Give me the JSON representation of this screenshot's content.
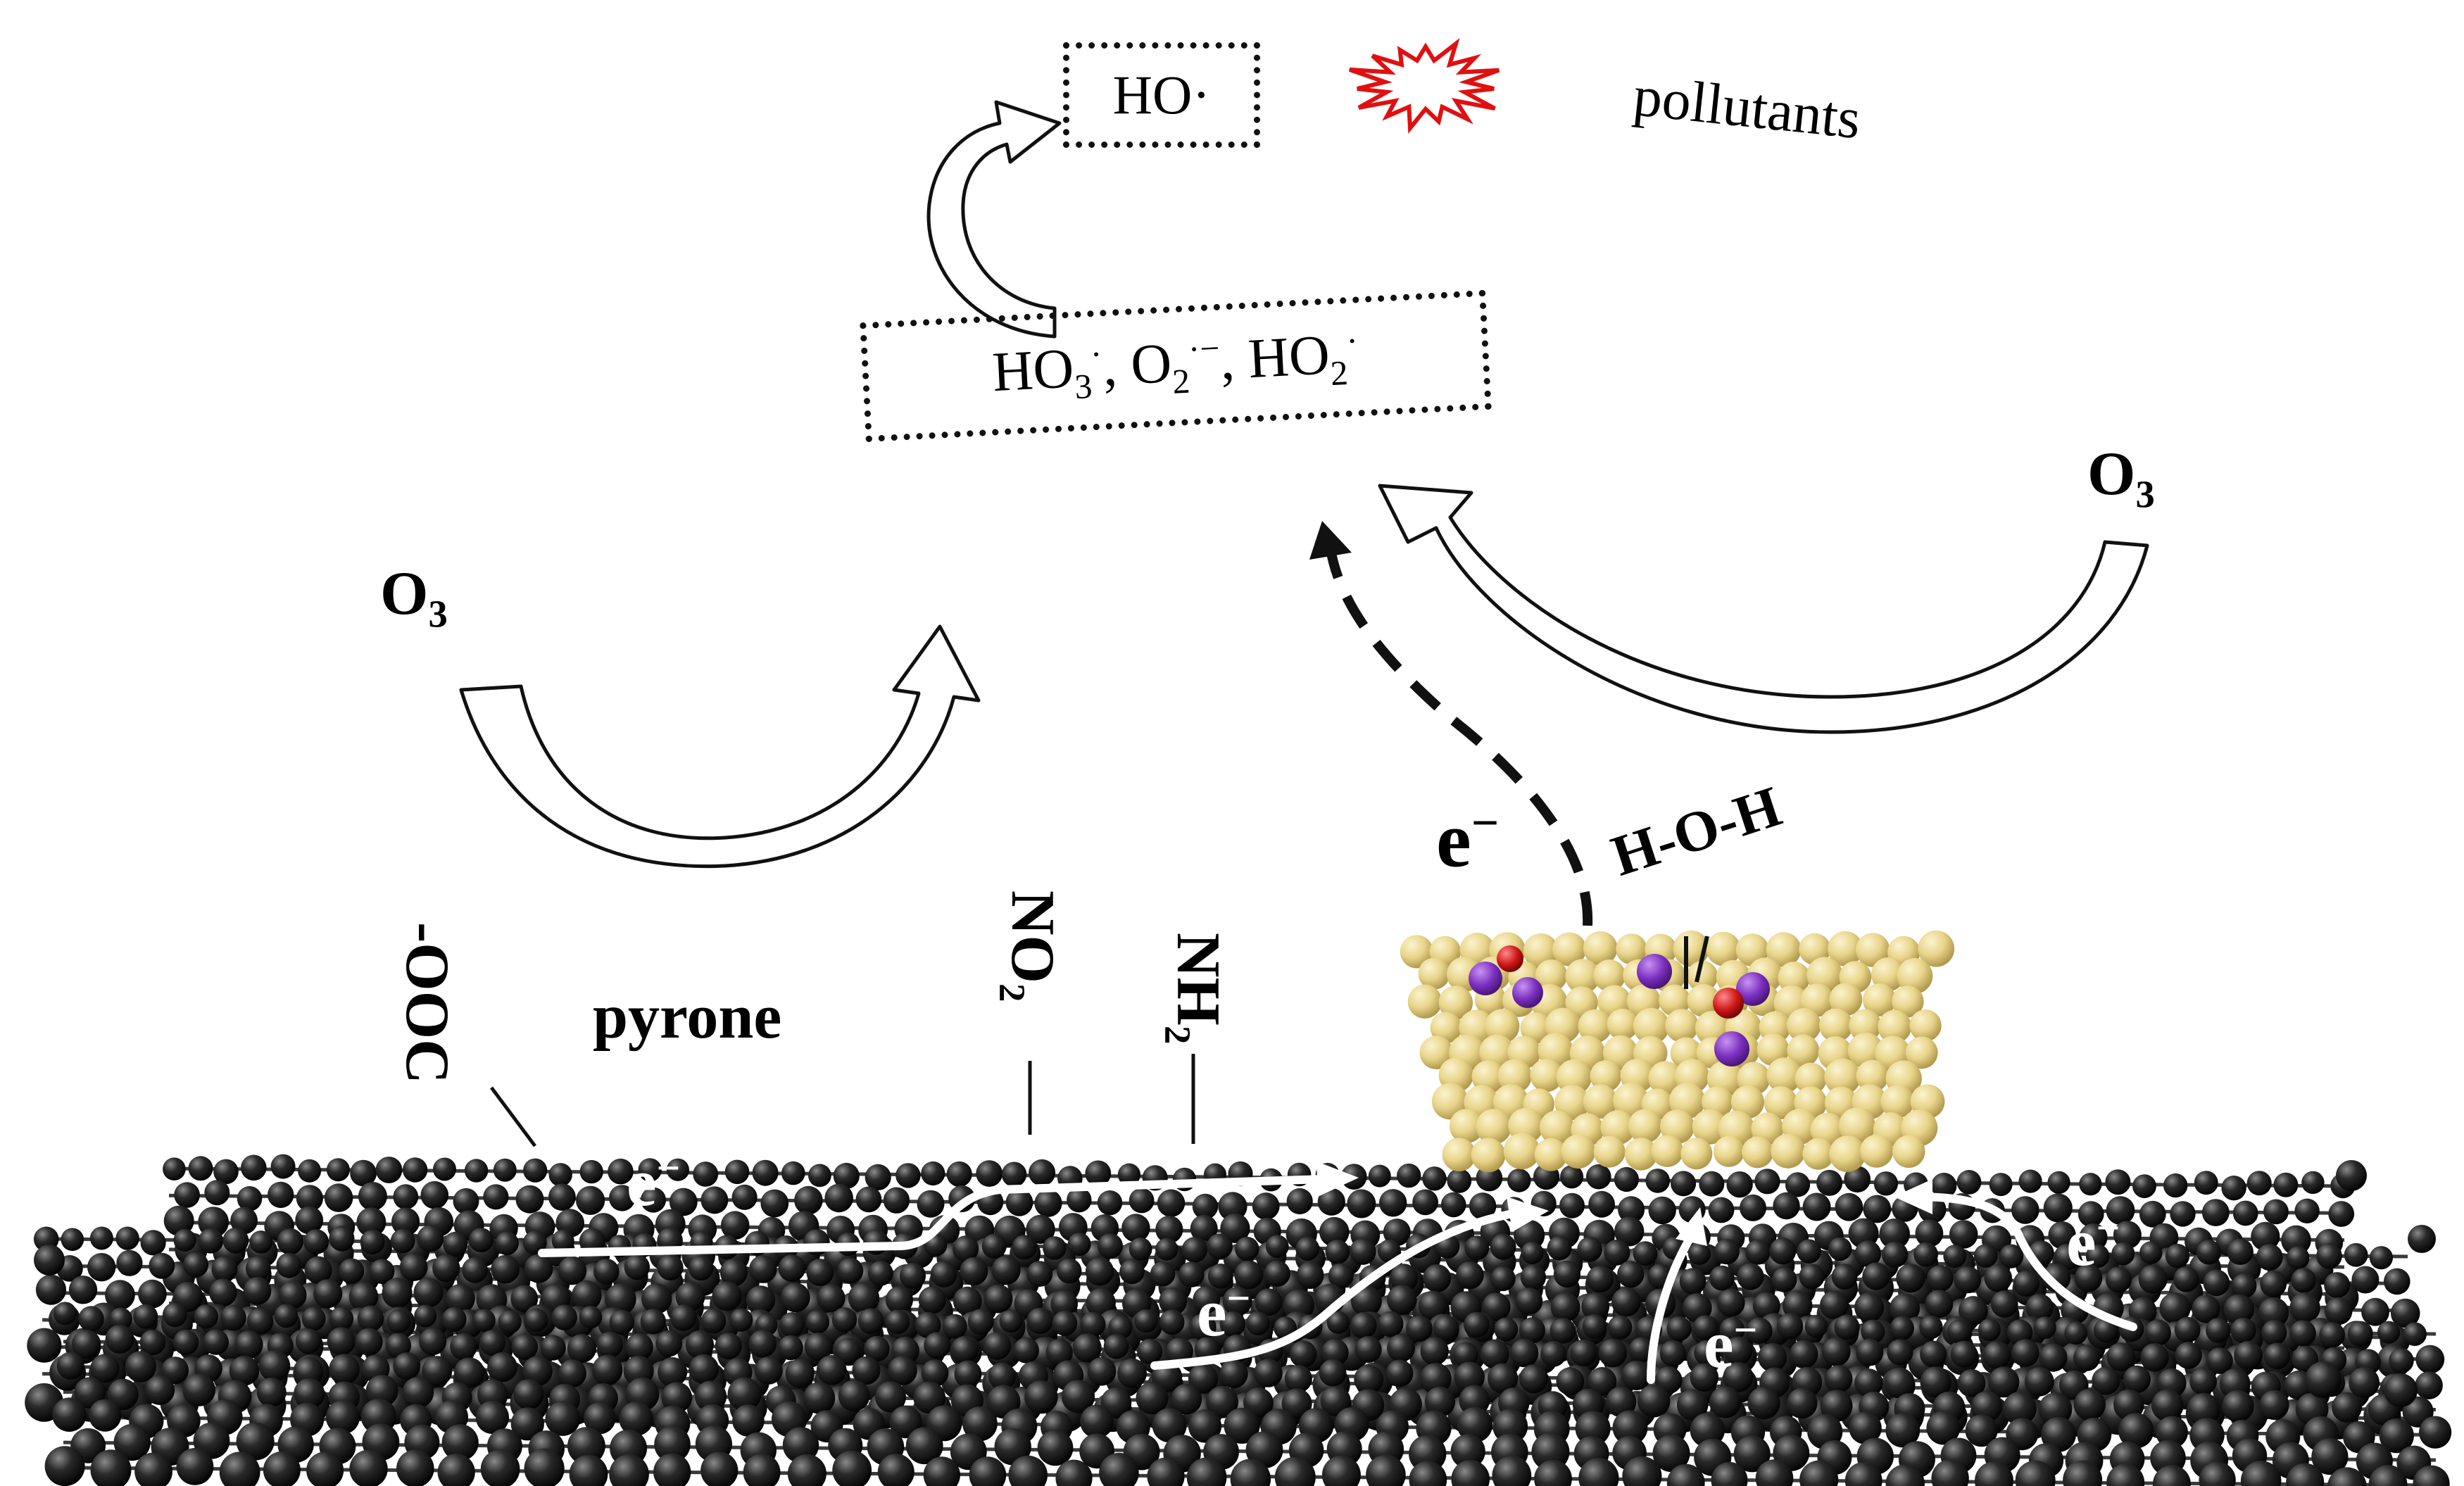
{
  "labels": {
    "hydroxyl_radical": "HO·",
    "pollutants": "pollutants",
    "intermediates": {
      "ho3": "HO",
      "ho3_sub": "3",
      "ho3_sup": "·",
      "sep1": ", ",
      "o2": "O",
      "o2_sub": "2",
      "o2_sup": "·−",
      "sep2": ", ",
      "ho2": "HO",
      "ho2_sub": "2",
      "ho2_sup": "·"
    },
    "ozone_left": {
      "main": "O",
      "sub": "3"
    },
    "ozone_right": {
      "main": "O",
      "sub": "3"
    },
    "electron": "e",
    "electron_sup": "−",
    "water": "H-O-H",
    "pyrone": "pyrone",
    "groups": {
      "coo": "-OOC",
      "no2": "NO₂",
      "nh2": "NH₂"
    }
  },
  "colors": {
    "carbon": "#1a1a1a",
    "metal": "#e8d58a",
    "purple_atom": "#7b2fbf",
    "red_atom": "#d01818",
    "pollutant_star": "#e01010"
  }
}
